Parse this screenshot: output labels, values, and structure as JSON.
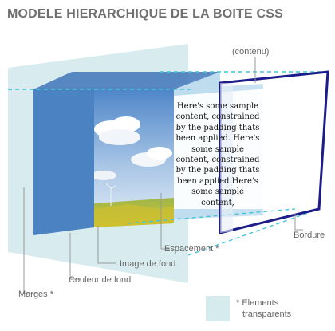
{
  "title": "MODELE HIERARCHIQUE DE LA BOITE CSS",
  "labels": {
    "contenu": "(contenu)",
    "bordure": "Bordure",
    "espacement": "Espacement *",
    "image_de_fond": "Image de fond",
    "couleur_de_fond": "Couleur de fond",
    "marges": "Marges *"
  },
  "sample_text": "Here's some sample content, constrained by the padding thats been applied. Here's some sample content, constrained by the padding thats been applied.Here's some sample content,",
  "legend": {
    "line1": "* Elements",
    "line2": "transparents"
  },
  "colors": {
    "title": "#707070",
    "label": "#666666",
    "margin_layer": "#d8ecef",
    "background_color_layer": "#4a82c2",
    "padding_layer": "#bfdcef",
    "border": "#1c1c8a",
    "dashed_guides": "#44c4d8",
    "content_panel": "#ffffff",
    "leader_lines": "#9a9a9a",
    "sky_top": "#4e86c8",
    "sky_bottom": "#dfeaf5",
    "field": "#c9c33a"
  },
  "icons": {
    "legend_swatch": "square-icon"
  }
}
